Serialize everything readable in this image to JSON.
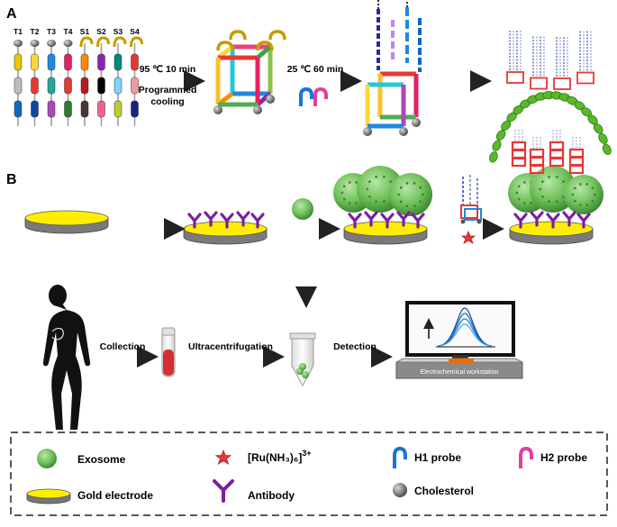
{
  "panels": {
    "a": "A",
    "b": "B"
  },
  "strands": {
    "labels": [
      "T1",
      "T2",
      "T3",
      "T4",
      "S1",
      "S2",
      "S3",
      "S4"
    ],
    "colors": [
      [
        "#e8c600",
        "#bdbdbd",
        "#1565c0"
      ],
      [
        "#fdd835",
        "#e53935",
        "#0d47a1"
      ],
      [
        "#1e88e5",
        "#26a69a",
        "#ab47bc"
      ],
      [
        "#e91e63",
        "#e53935",
        "#2e7d32"
      ],
      [
        "#fb8c00",
        "#b71c1c",
        "#4e342e"
      ],
      [
        "#8e24aa",
        "#000000",
        "#f06292"
      ],
      [
        "#00897b",
        "#81d4fa",
        "#c0ca33"
      ],
      [
        "#e53935",
        "#ef9a9a",
        "#1a237e"
      ]
    ]
  },
  "step1": {
    "line1": "95 ℃ 10 min",
    "line2": "Programmed",
    "line3": "cooling"
  },
  "step2": {
    "text": "25 ℃ 60 min"
  },
  "workflow": {
    "collection": "Collection",
    "ultracentrifugation": "Ultracentrifugation",
    "detection": "Detection",
    "workstation": "Electrochemical workstation"
  },
  "legend": {
    "exosome": "Exosome",
    "ru_base": "[Ru(NH₃)₆]",
    "ru_sup": "3+",
    "h1": "H1 probe",
    "h2": "H2 probe",
    "gold": "Gold electrode",
    "antibody": "Antibody",
    "cholesterol": "Cholesterol"
  },
  "colors": {
    "gold": "#ffee00",
    "antibody": "#7b1fa2",
    "exosome": "#6fbf5a",
    "ru": "#e53935",
    "probe_blue": "#1976d2",
    "probe_pink": "#e040a0",
    "hairpin": "#e53935"
  }
}
